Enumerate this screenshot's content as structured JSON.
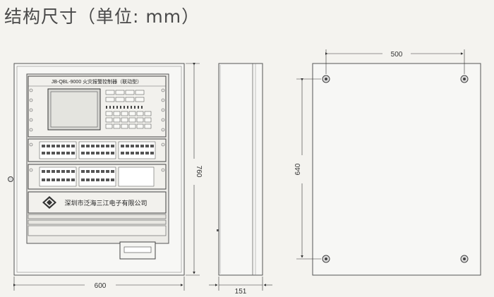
{
  "title": "结构尺寸（单位: mm）",
  "panel": {
    "model": "JB-QBL-9000 火灾报警控制器（联动型）",
    "company": "深圳市泛海三江电子有限公司"
  },
  "dimensions": {
    "front_width": "600",
    "front_height": "760",
    "side_depth": "151",
    "mount_width": "500",
    "mount_height": "640"
  }
}
